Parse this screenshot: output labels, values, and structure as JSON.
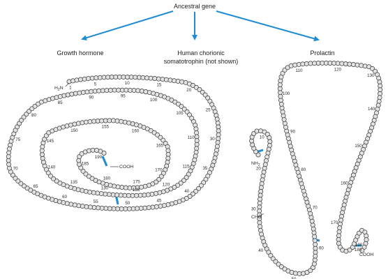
{
  "root": {
    "label": "Ancestral gene"
  },
  "branches": [
    {
      "label": "Growth hormone"
    },
    {
      "label_line1": "Human chorionic",
      "label_line2": "somatotrophin (not shown)"
    },
    {
      "label": "Prolactin"
    }
  ],
  "colors": {
    "arrow": "#1f8bd3",
    "disulfide": "#1f8bd3",
    "bead_fill": "#e3e3e3",
    "bead_stroke": "#3a3a3a"
  },
  "growth_hormone": {
    "n_terminus": "H2N",
    "c_terminus": "COOH",
    "residue_markers": [
      "1",
      "5",
      "10",
      "15",
      "20",
      "25",
      "30",
      "35",
      "40",
      "45",
      "50",
      "55",
      "60",
      "65",
      "70",
      "75",
      "80",
      "85",
      "90",
      "95",
      "100",
      "105",
      "110",
      "115",
      "120",
      "125",
      "130",
      "135",
      "140",
      "145",
      "150",
      "155",
      "160",
      "165",
      "170",
      "175",
      "180",
      "185",
      "190"
    ],
    "disulfide_bridges": 2
  },
  "prolactin": {
    "n_terminus": "NH2",
    "c_terminus": "COOH",
    "carbohydrate": "CHO",
    "residue_markers": [
      "10",
      "20",
      "30",
      "40",
      "50",
      "60",
      "70",
      "80",
      "90",
      "100",
      "110",
      "120",
      "130",
      "140",
      "150",
      "160",
      "170",
      "180",
      "190"
    ],
    "disulfide_bridges": 3
  }
}
